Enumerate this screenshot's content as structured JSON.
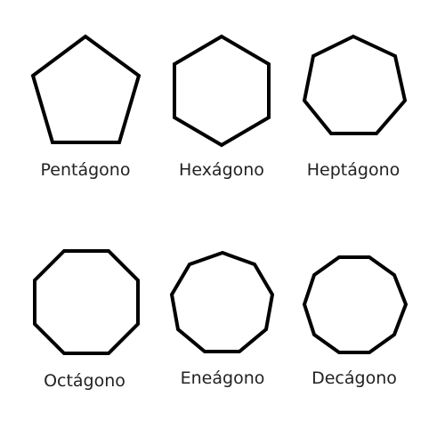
{
  "shapes": [
    {
      "key": "pentagono",
      "label": "Pentágono",
      "sides": 5
    },
    {
      "key": "hexagono",
      "label": "Hexágono",
      "sides": 6
    },
    {
      "key": "heptagono",
      "label": "Heptágono",
      "sides": 7
    },
    {
      "key": "octagono",
      "label": "Octágono",
      "sides": 8
    },
    {
      "key": "eneagono",
      "label": "Eneágono",
      "sides": 9
    },
    {
      "key": "decagono",
      "label": "Decágono",
      "sides": 10
    }
  ],
  "colors": {
    "stroke": "#000000",
    "text": "#222222",
    "background": "#ffffff"
  }
}
